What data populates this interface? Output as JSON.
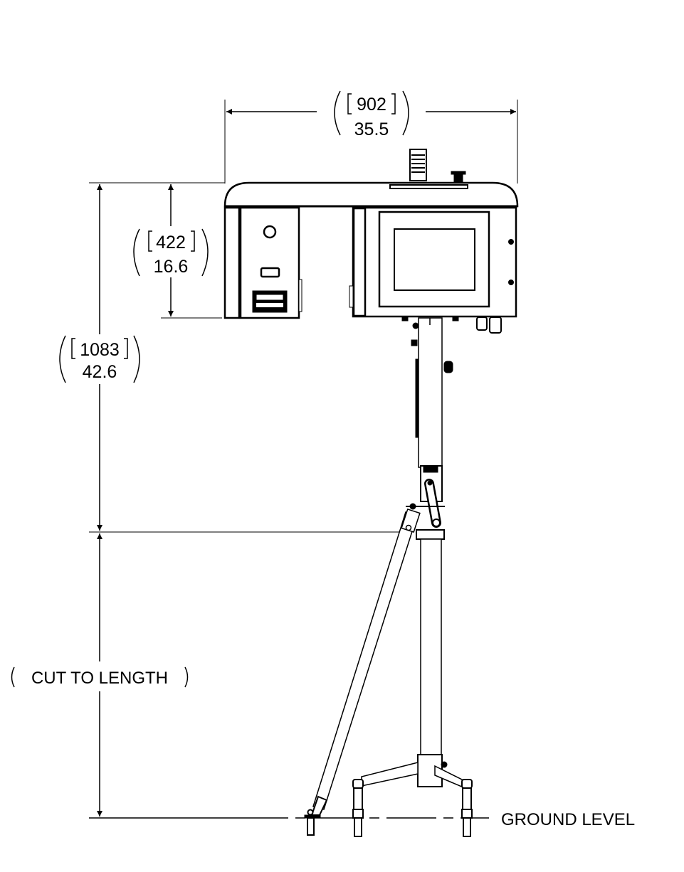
{
  "dimensions": {
    "width": {
      "metric": "902",
      "imperial": "35.5"
    },
    "cabinet_height": {
      "metric": "422",
      "imperial": "16.6"
    },
    "overall_to_arm": {
      "metric": "1083",
      "imperial": "42.6"
    },
    "pole": {
      "label": "CUT TO LENGTH"
    }
  },
  "labels": {
    "ground": "GROUND LEVEL"
  }
}
